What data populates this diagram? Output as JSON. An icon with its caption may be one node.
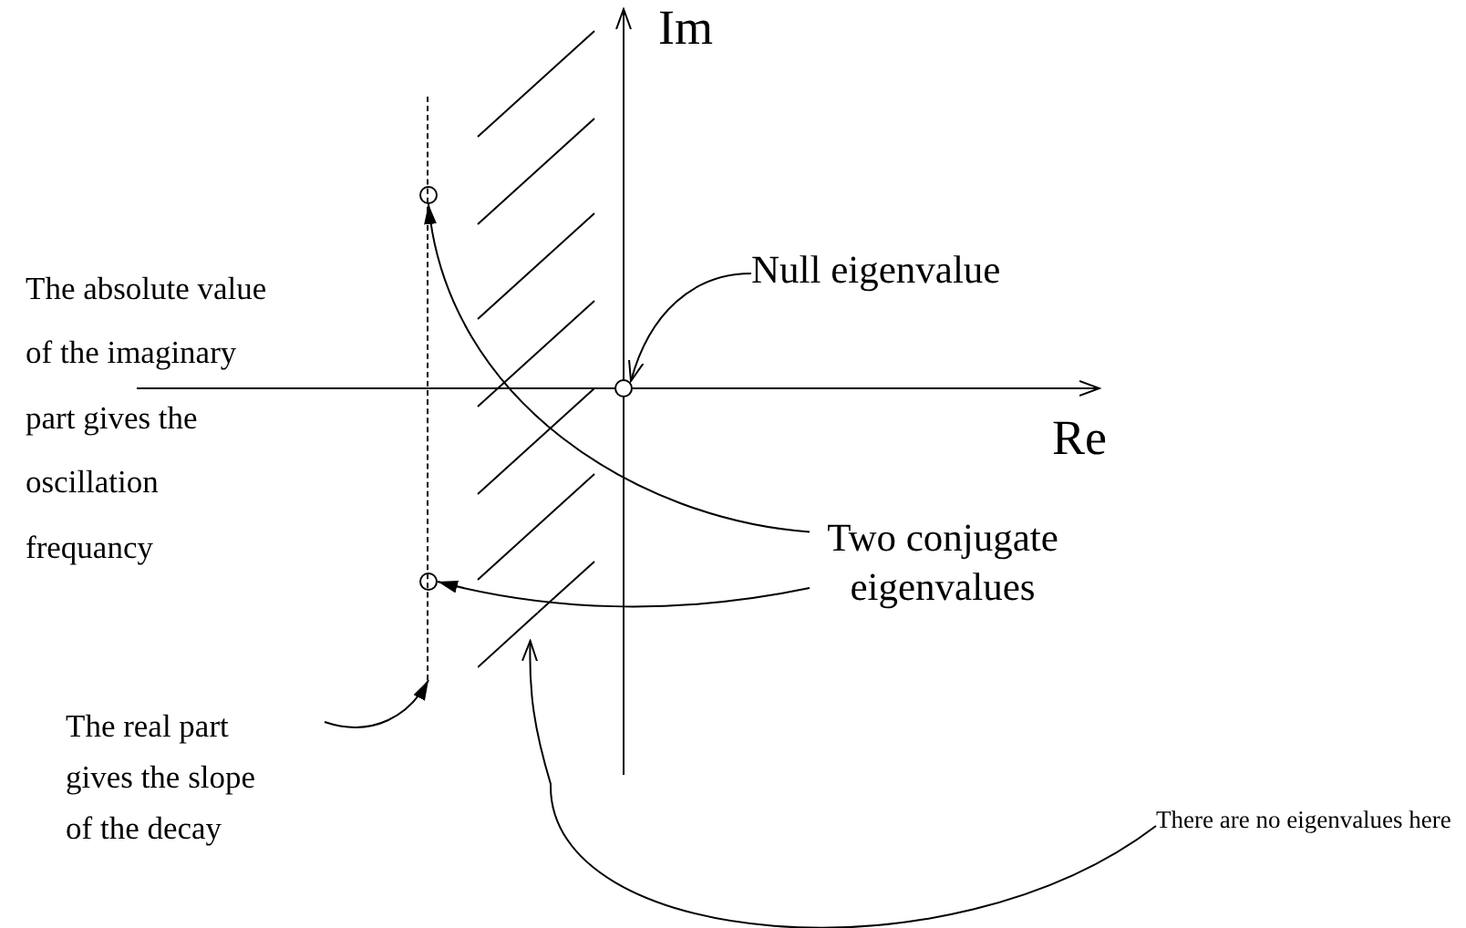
{
  "diagram": {
    "nodes": [
      {
        "text": [
          "Null eigenvalue"
        ]
      },
      {
        "text": [],
        "shape": "circle"
      },
      {
        "text": [
          "Two conjugate eigenvalues"
        ]
      },
      {
        "text": [],
        "shape": "circle"
      },
      {
        "text": [],
        "shape": "circle"
      },
      {
        "text": [
          "The real part gives the slope of the decay"
        ]
      },
      {
        "text": [],
        "shape": "line"
      },
      {
        "text": [
          "There are no eigenvalues here"
        ]
      },
      {
        "text": [],
        "shape": "hatched"
      }
    ],
    "edges": [
      {
        "from": 0,
        "to": 1,
        "arrow": "to"
      },
      {
        "from": 2,
        "to": 3,
        "arrow": "to"
      },
      {
        "from": 2,
        "to": 4,
        "arrow": "to"
      },
      {
        "from": 5,
        "to": 6,
        "arrow": "to"
      },
      {
        "from": 7,
        "to": 8,
        "arrow": "to"
      }
    ],
    "labels": [
      "Im",
      "Re",
      "The absolute value of the imaginary part gives the oscillation frequancy"
    ]
  }
}
